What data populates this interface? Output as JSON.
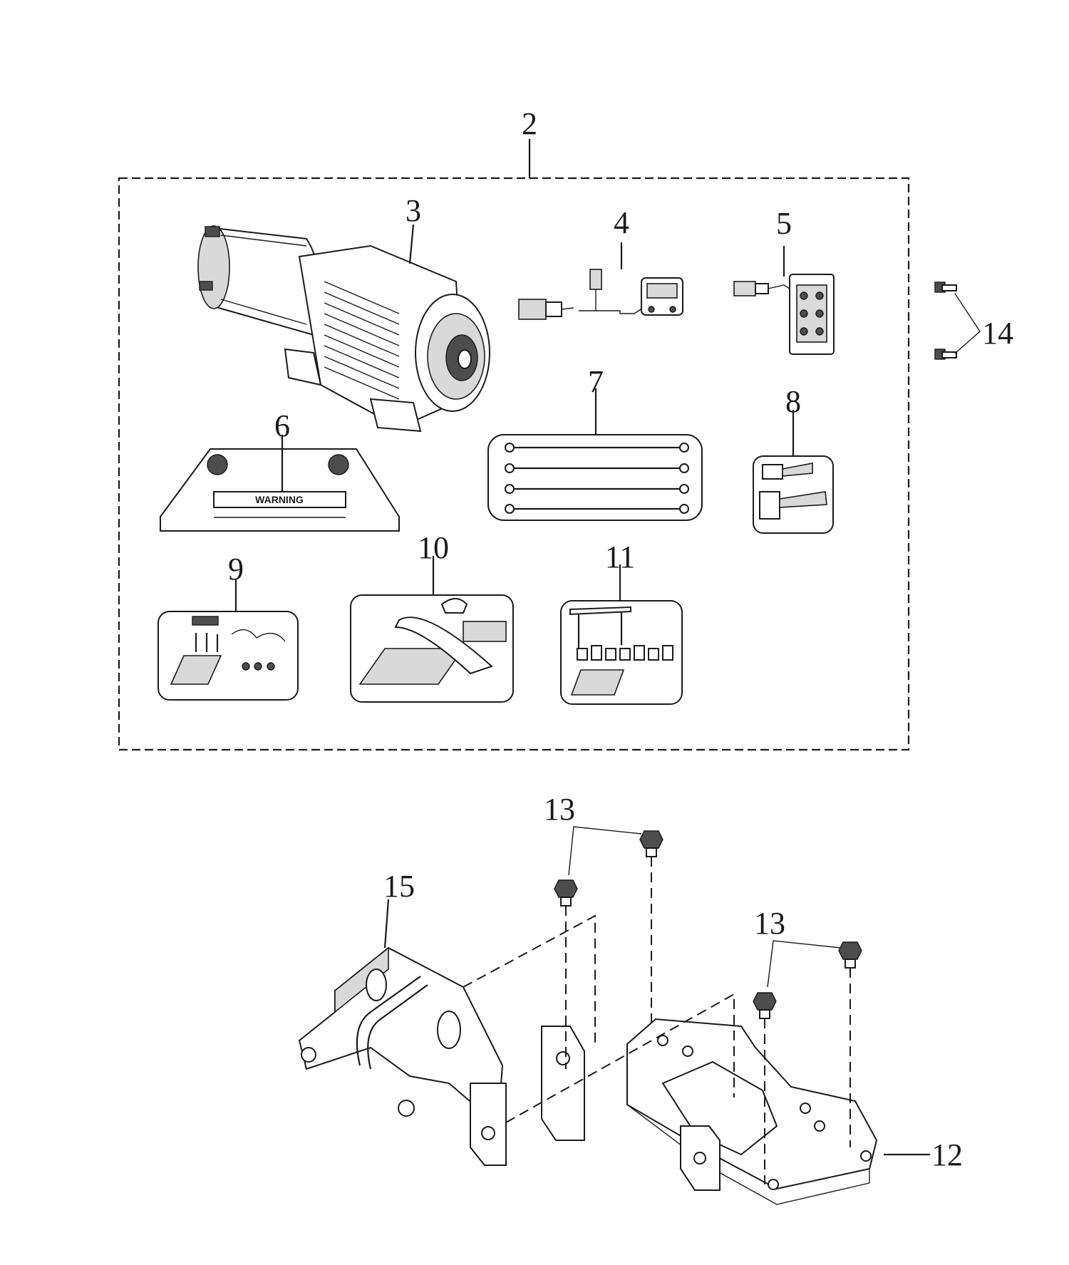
{
  "callouts": {
    "c2": "2",
    "c3": "3",
    "c4": "4",
    "c5": "5",
    "c6": "6",
    "c7": "7",
    "c8": "8",
    "c9": "9",
    "c10": "10",
    "c11": "11",
    "c12": "12",
    "c13a": "13",
    "c13b": "13",
    "c14": "14",
    "c15": "15"
  },
  "plate_label": {
    "warning": "WARNING"
  },
  "colors": {
    "ink": "#1a1a1a",
    "shade": "#d9d9d9",
    "dark": "#4d4d4d"
  }
}
